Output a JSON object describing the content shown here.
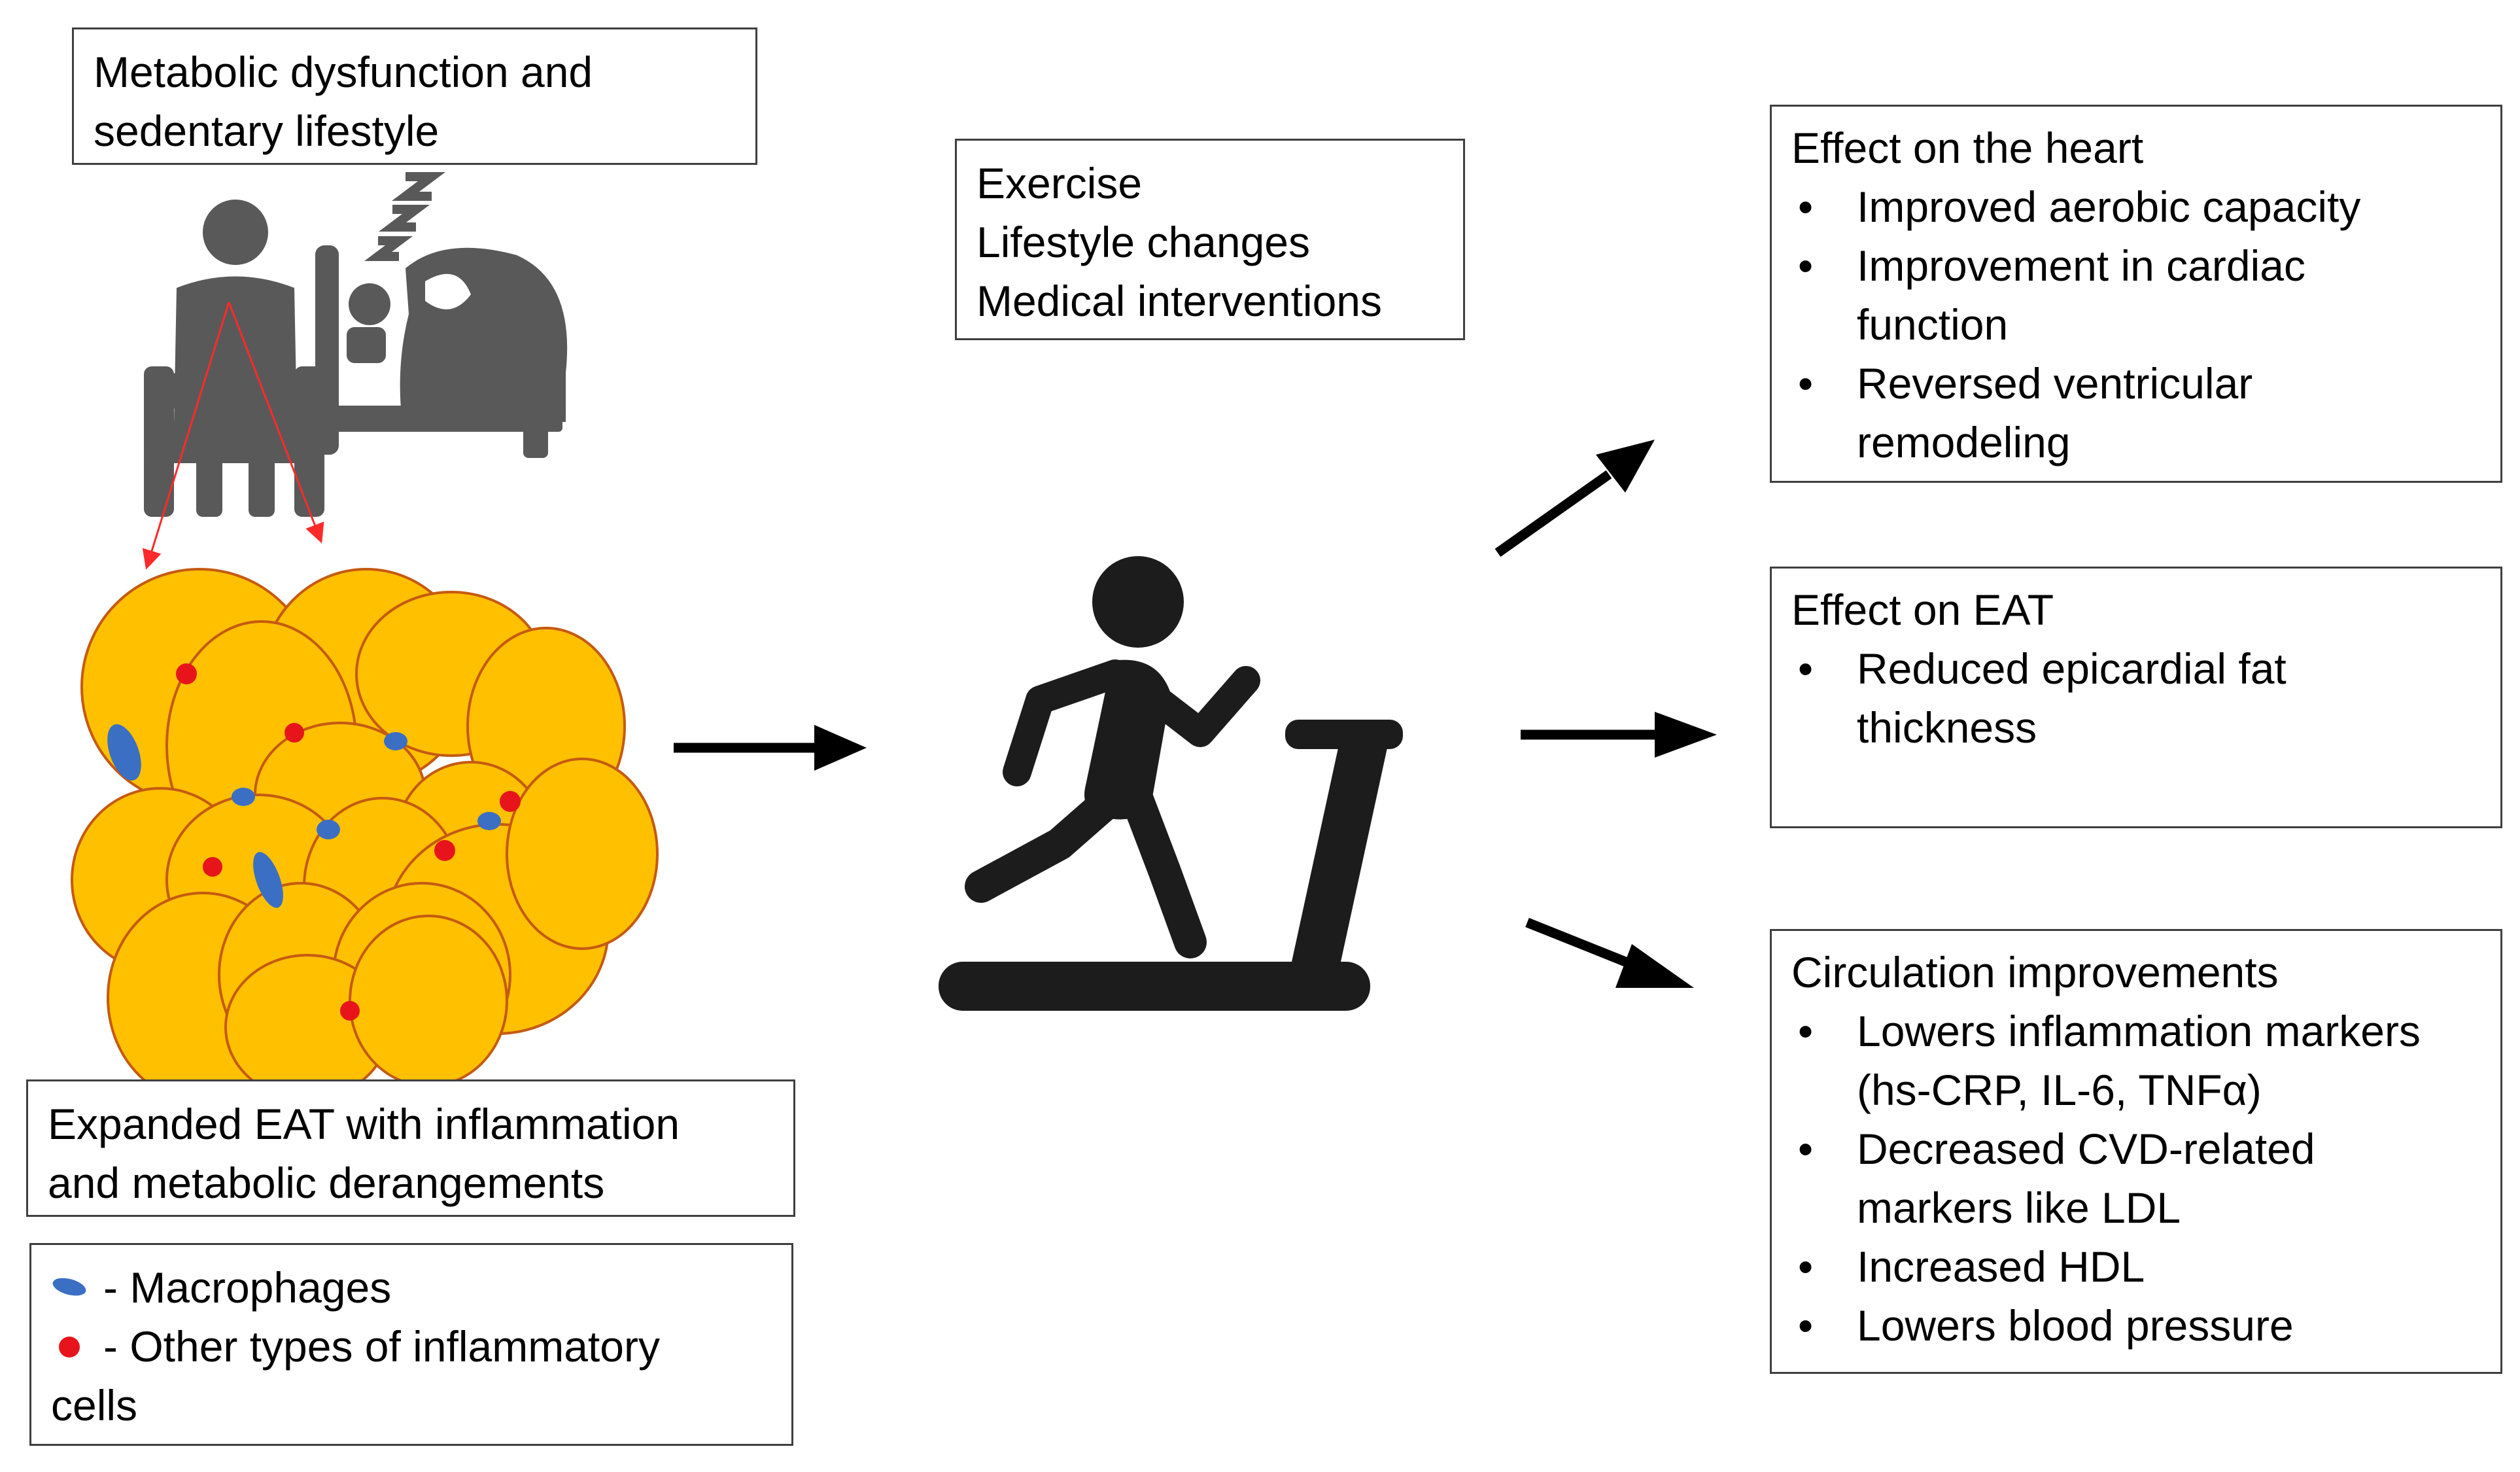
{
  "top_box": {
    "lines": [
      "Metabolic dysfunction and",
      "sedentary lifestyle"
    ]
  },
  "interventions": {
    "lines": [
      "Exercise",
      "Lifestyle changes",
      "Medical interventions"
    ]
  },
  "eat_box": {
    "lines": [
      "Expanded EAT with inflammation",
      "and metabolic derangements"
    ]
  },
  "legend": {
    "macrophages": "- Macrophages",
    "other_line1": "- Other types of inflammatory",
    "other_line2": "cells",
    "macrophage_color": "#3b6fc4",
    "inflammatory_color": "#e8141b"
  },
  "heart_box": {
    "title": "Effect on the heart",
    "items": [
      [
        "Improved aerobic capacity"
      ],
      [
        "Improvement in cardiac",
        "function"
      ],
      [
        "Reversed ventricular",
        "remodeling"
      ]
    ]
  },
  "eat_effect_box": {
    "title": "Effect on EAT",
    "items": [
      [
        "Reduced epicardial fat",
        "thickness"
      ]
    ]
  },
  "circulation_box": {
    "title": "Circulation improvements",
    "items": [
      [
        "Lowers inflammation markers",
        "(hs-CRP, IL-6, TNFα)"
      ],
      [
        "Decreased CVD-related",
        "markers like LDL"
      ],
      [
        "Increased HDL"
      ],
      [
        "Lowers blood pressure"
      ]
    ]
  },
  "colors": {
    "cell_fill": "#ffc000",
    "cell_stroke": "#c55a11",
    "pictogram": "#595959",
    "runner": "#1c1c1c",
    "arrow": "#000000",
    "pointer": "#ff2a2a"
  }
}
